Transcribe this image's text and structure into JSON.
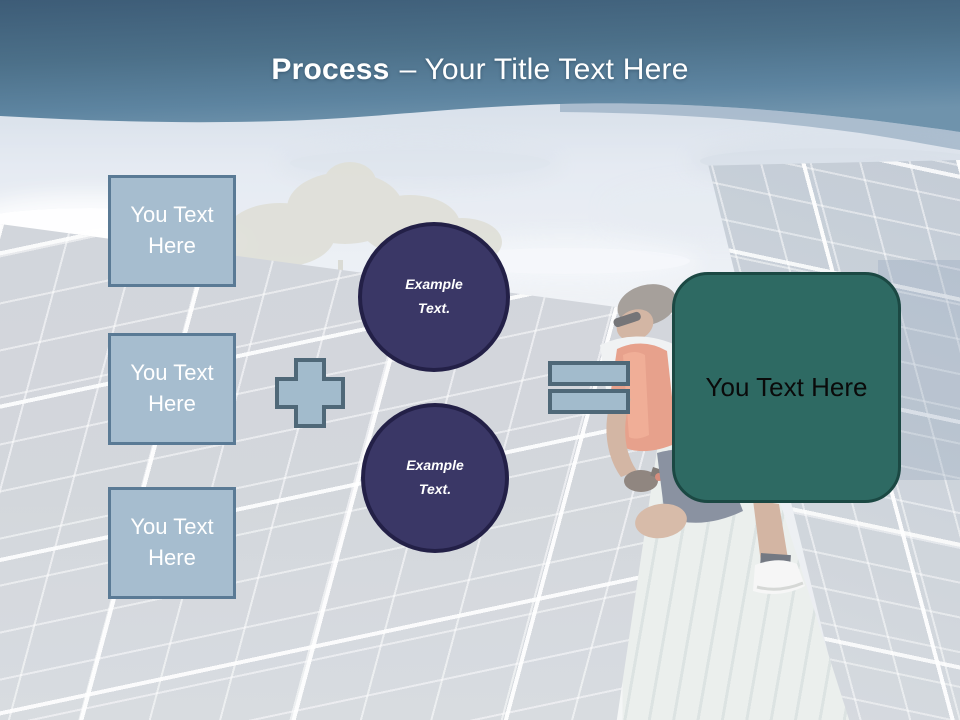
{
  "header": {
    "title_bold": "Process",
    "title_rest": "– Your Title Text Here"
  },
  "diagram": {
    "input_boxes": [
      {
        "label": "You Text Here"
      },
      {
        "label": "You Text Here"
      },
      {
        "label": "You Text Here"
      }
    ],
    "operators": [
      {
        "icon": "plus-icon"
      },
      {
        "icon": "equals-icon"
      }
    ],
    "circles": [
      {
        "label": "Example Text."
      },
      {
        "label": "Example Text."
      }
    ],
    "result_box": {
      "label": "You Text Here"
    }
  },
  "colors": {
    "band_top": "#43627c",
    "band_bottom": "#6f93ac",
    "box_fill": "#a6bdcf",
    "box_border": "#5a7a95",
    "operator_fill": "#a2bbcc",
    "operator_border": "#4f6878",
    "circle_fill": "#3a3766",
    "circle_border": "#232047",
    "result_fill": "#2e6a63",
    "result_border": "#1b4843",
    "title_color": "#ffffff",
    "box_text_color": "#ffffff",
    "circle_text_color": "#ffffff",
    "result_text_color": "#0a0a0a"
  }
}
